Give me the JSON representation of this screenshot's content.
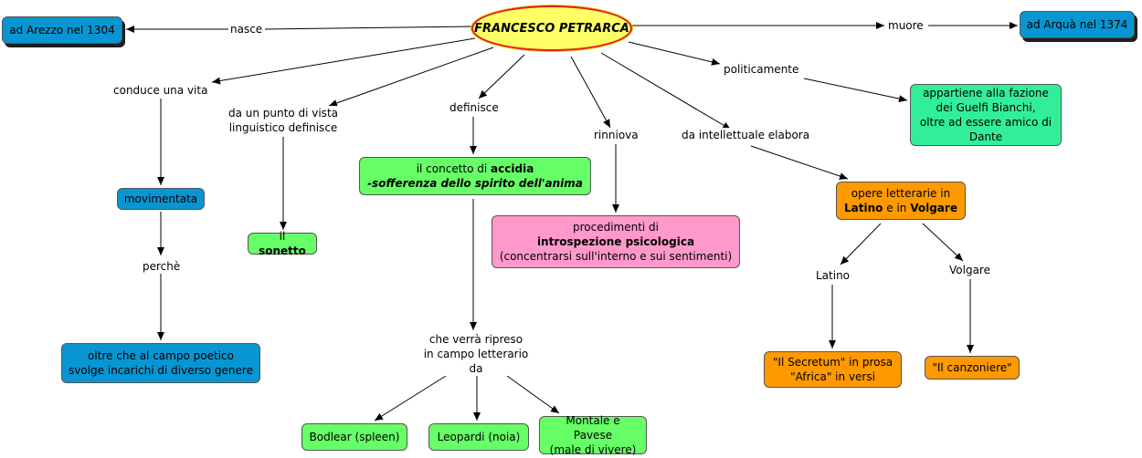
{
  "root": "FRANCESCO PETRARCA",
  "links": {
    "nasce": "nasce",
    "muore": "muore",
    "politicamente": "politicamente",
    "conduce": "conduce una vita",
    "linguistico_1": "da un punto di vista",
    "linguistico_2": "linguistico definisce",
    "definisce": "definisce",
    "rinniova": "rinniova",
    "intellettuale": "da intellettuale elabora",
    "perche": "perchè",
    "latino": "Latino",
    "volgare": "Volgare",
    "ripreso_1": "che verrà ripreso",
    "ripreso_2": "in campo letterario",
    "ripreso_3": "da"
  },
  "nodes": {
    "arezzo": "ad Arezzo nel 1304",
    "arqua": "ad Arquà nel 1374",
    "guelfi_1": "appartiene alla fazione",
    "guelfi_2": "dei Guelfi Bianchi,",
    "guelfi_3": "oltre ad essere amico di",
    "guelfi_4": "Dante",
    "movimentata": "movimentata",
    "sonetto_prefix": "il",
    "sonetto_bold": "sonetto",
    "accidia_prefix": "il concetto di",
    "accidia_bold": "accidia",
    "accidia_italic": "-sofferenza dello spirito dell'anima",
    "proc_1": "procedimenti di",
    "proc_2": "introspezione psicologica",
    "proc_3": "(concentrarsi sull'interno e sui sentimenti)",
    "opere_1": "opere letterarie in",
    "opere_latino": "Latino",
    "opere_e": "e in",
    "opere_volgare": "Volgare",
    "campo_1": "oltre che al campo poetico",
    "campo_2": "svolge incarichi di diverso genere",
    "secretum_1": "\"Il Secretum\" in prosa",
    "secretum_2": "\"Africa\" in versi",
    "canzoniere": "\"Il canzoniere\"",
    "bodlear": "Bodlear (spleen)",
    "leopardi": "Leopardi (noia)",
    "montale_1": "Montale e Pavese",
    "montale_2": "(male di vivere)"
  },
  "colors": {
    "blue": "#0896d2",
    "green": "#66ff66",
    "mint": "#33ee99",
    "pink": "#ff99cc",
    "orange": "#ff9900",
    "root_fill": "#ffff66",
    "root_border": "#e02020"
  }
}
